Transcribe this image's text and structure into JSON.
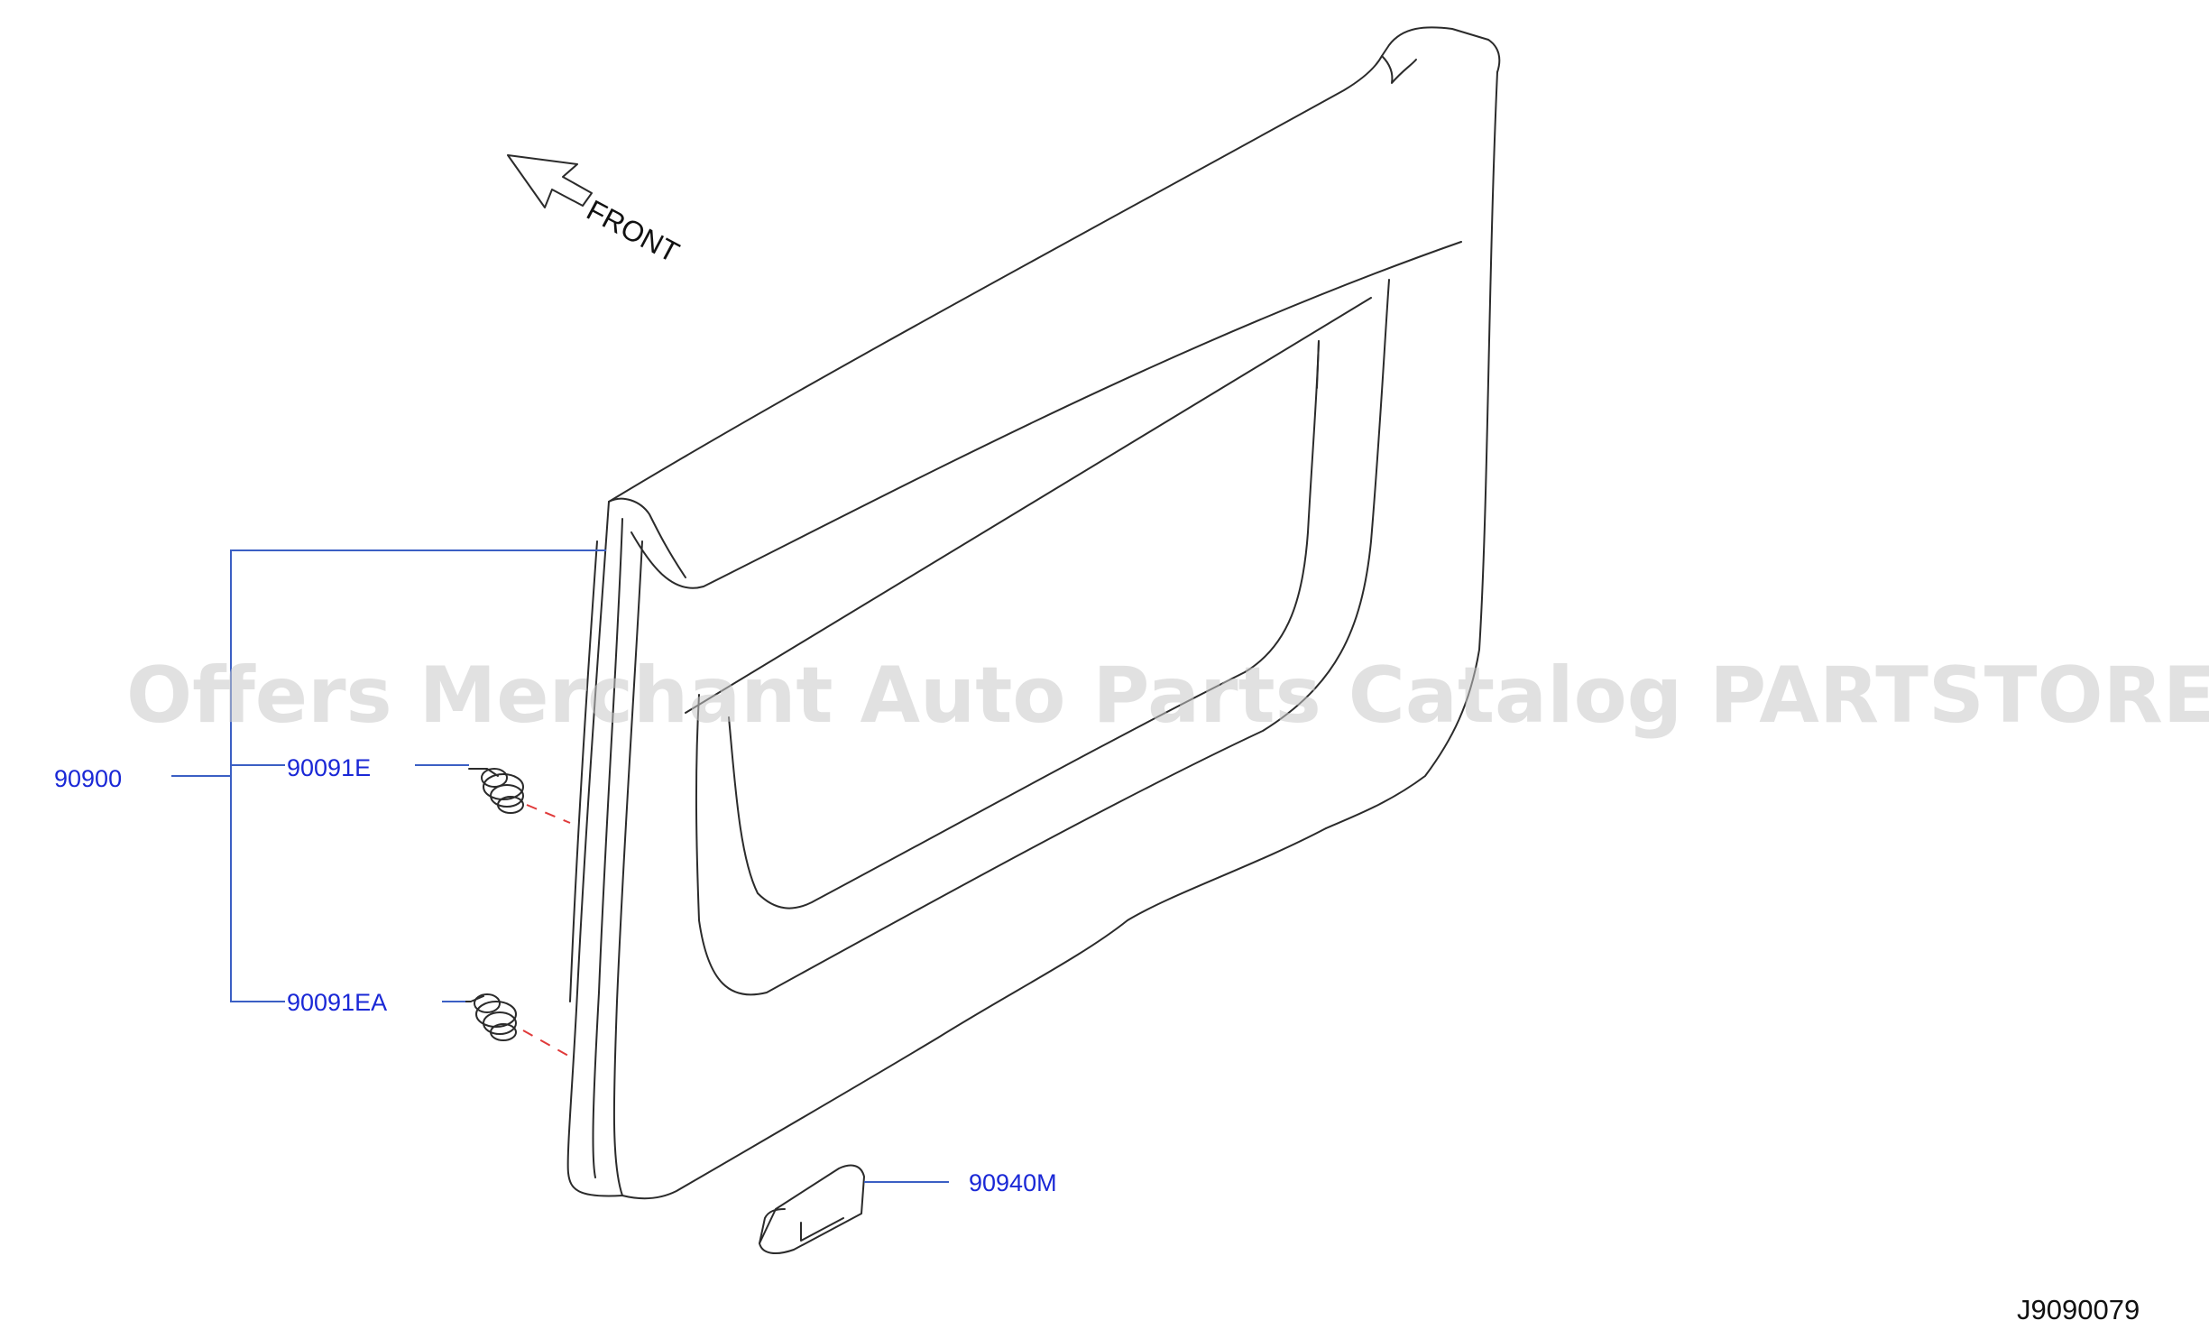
{
  "diagram": {
    "direction_label": "FRONT",
    "watermark": "Offers Merchant Auto Parts Catalog PARTSTORE.SA",
    "diagram_id": "J9090079"
  },
  "callouts": {
    "assembly": "90900",
    "clip_upper": "90091E",
    "clip_lower": "90091EA",
    "handle": "90940M"
  },
  "colors": {
    "callout_text": "#1a28d6",
    "leader_line": "#3b5fc4",
    "dash_line": "#e03a3a",
    "outline": "#2b2b2b",
    "watermark": "#c8c8c8"
  }
}
